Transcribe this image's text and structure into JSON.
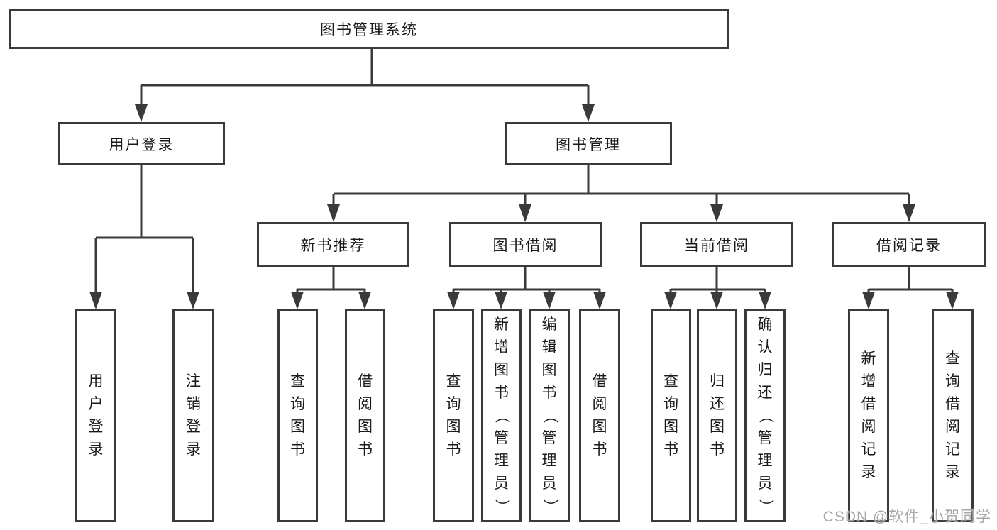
{
  "tree": {
    "label": "图书管理系统",
    "children": [
      {
        "label": "用户登录",
        "children": [
          {
            "label": "用户登录"
          },
          {
            "label": "注销登录"
          }
        ]
      },
      {
        "label": "图书管理",
        "children": [
          {
            "label": "新书推荐",
            "children": [
              {
                "label": "查询图书"
              },
              {
                "label": "借阅图书"
              }
            ]
          },
          {
            "label": "图书借阅",
            "children": [
              {
                "label": "查询图书"
              },
              {
                "label": "新增图书（管理员）"
              },
              {
                "label": "编辑图书（管理员）"
              },
              {
                "label": "借阅图书"
              }
            ]
          },
          {
            "label": "当前借阅",
            "children": [
              {
                "label": "查询图书"
              },
              {
                "label": "归还图书"
              },
              {
                "label": "确认归还（管理员）"
              }
            ]
          },
          {
            "label": "借阅记录",
            "children": [
              {
                "label": "新增借阅记录"
              },
              {
                "label": "查询借阅记录"
              }
            ]
          }
        ]
      }
    ]
  },
  "watermark": {
    "text": "CSDN @软件_小贺同学"
  },
  "colors": {
    "line": "#3a3a3a",
    "text": "#1a1a1a",
    "background": "#ffffff",
    "watermark": "#a6a6a6"
  }
}
